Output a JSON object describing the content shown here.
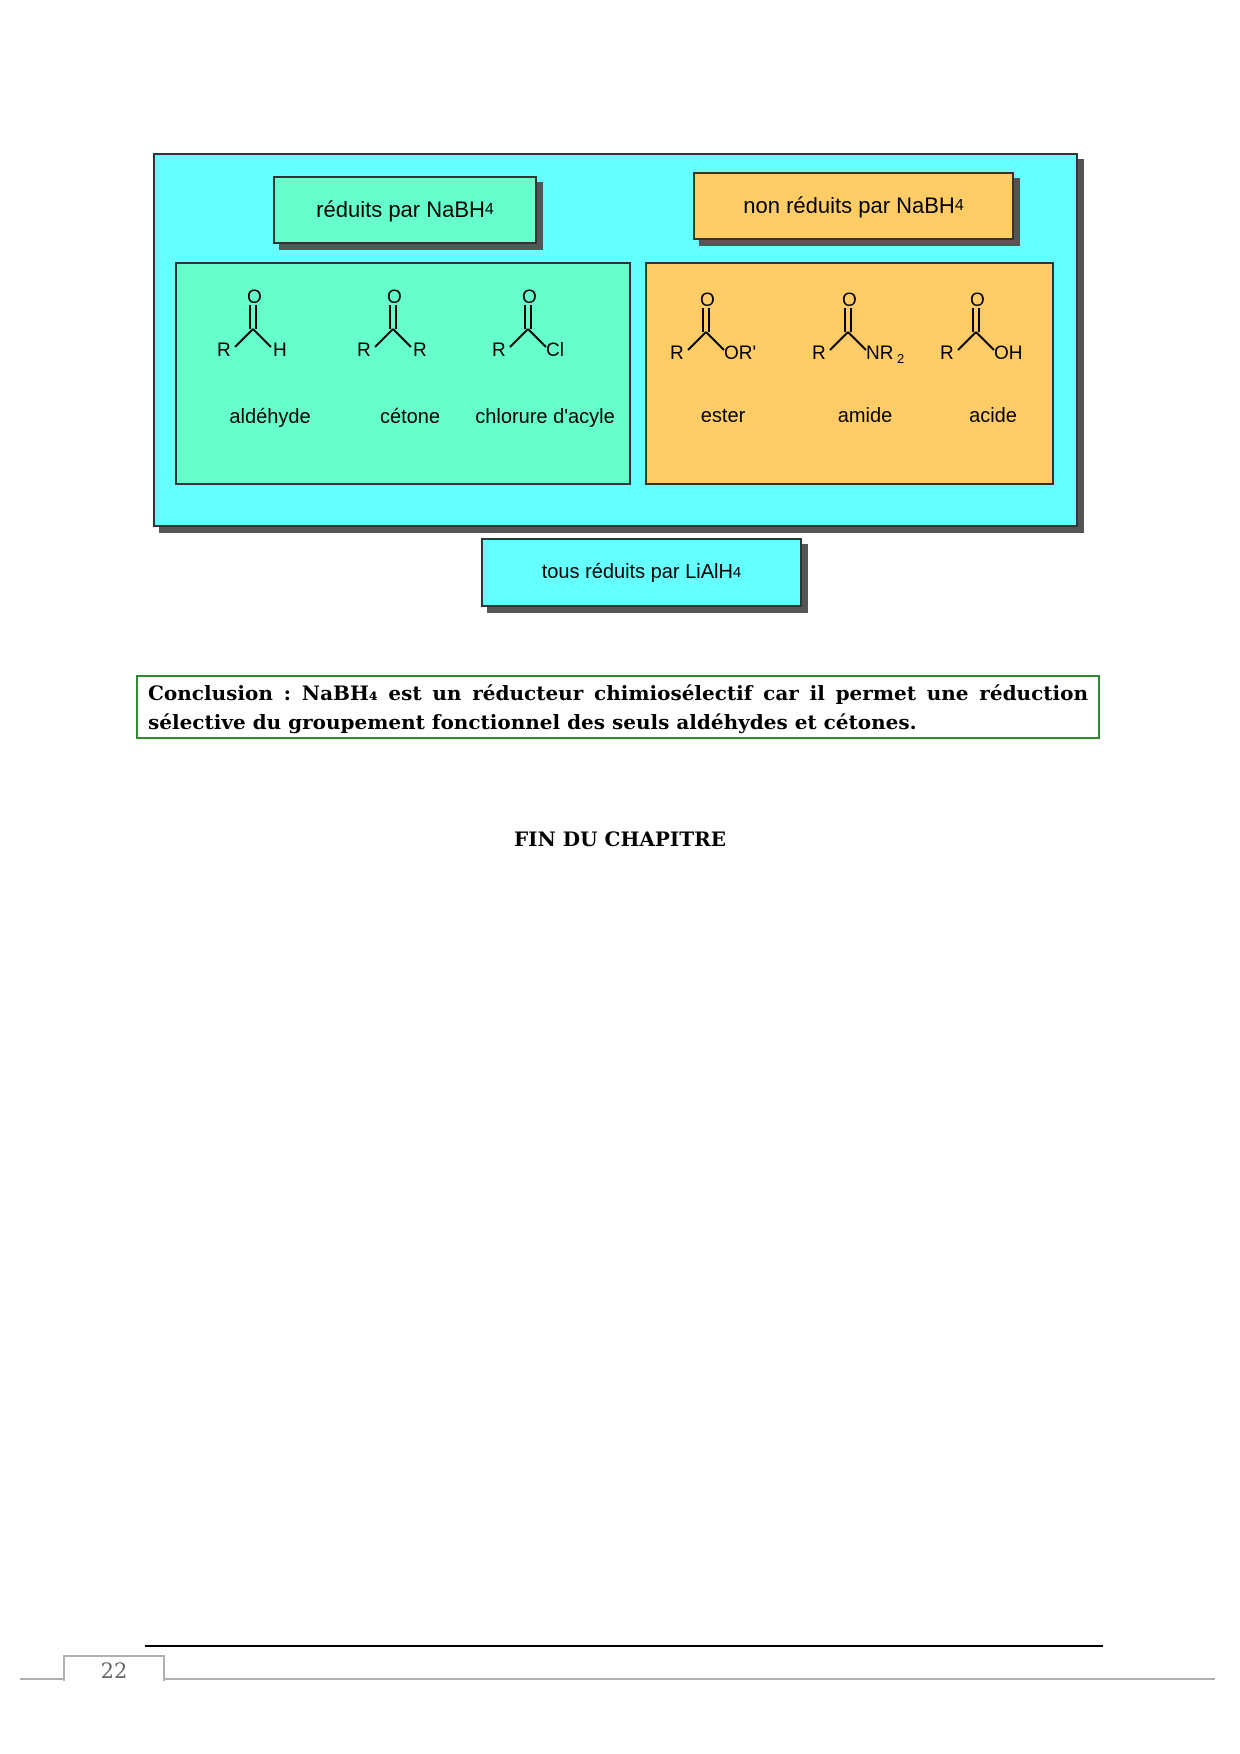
{
  "diagram": {
    "reduced_header": {
      "text": "réduits par NaBH",
      "sub": "4"
    },
    "not_reduced_header": {
      "text": "non réduits par NaBH",
      "sub": "4"
    },
    "reduced_compounds": [
      {
        "name": "aldéhyde",
        "atoms": [
          "O",
          "R",
          "H"
        ]
      },
      {
        "name": "cétone",
        "atoms": [
          "O",
          "R",
          "R"
        ]
      },
      {
        "name": "chlorure d'acyle",
        "atoms": [
          "O",
          "R",
          "Cl"
        ]
      }
    ],
    "not_reduced_compounds": [
      {
        "name": "ester",
        "atoms": [
          "O",
          "R",
          "OR'"
        ]
      },
      {
        "name": "amide",
        "atoms": [
          "O",
          "R",
          "NR",
          "2"
        ]
      },
      {
        "name": "acide",
        "atoms": [
          "O",
          "R",
          "OH"
        ]
      }
    ],
    "all_reduced": {
      "text": "tous réduits par LiAlH",
      "sub": "4"
    }
  },
  "conclusion": "Conclusion : NaBH₄ est un réducteur chimiosélectif car il permet une réduction sélective du groupement fonctionnel des seuls aldéhydes et cétones.",
  "end_title": "FIN DU CHAPITRE",
  "page_number": "22",
  "colors": {
    "panel": "#66ffff",
    "reduced": "#66ffcc",
    "not_reduced": "#ffcc66",
    "conclusion_border": "#2e8b2e"
  }
}
